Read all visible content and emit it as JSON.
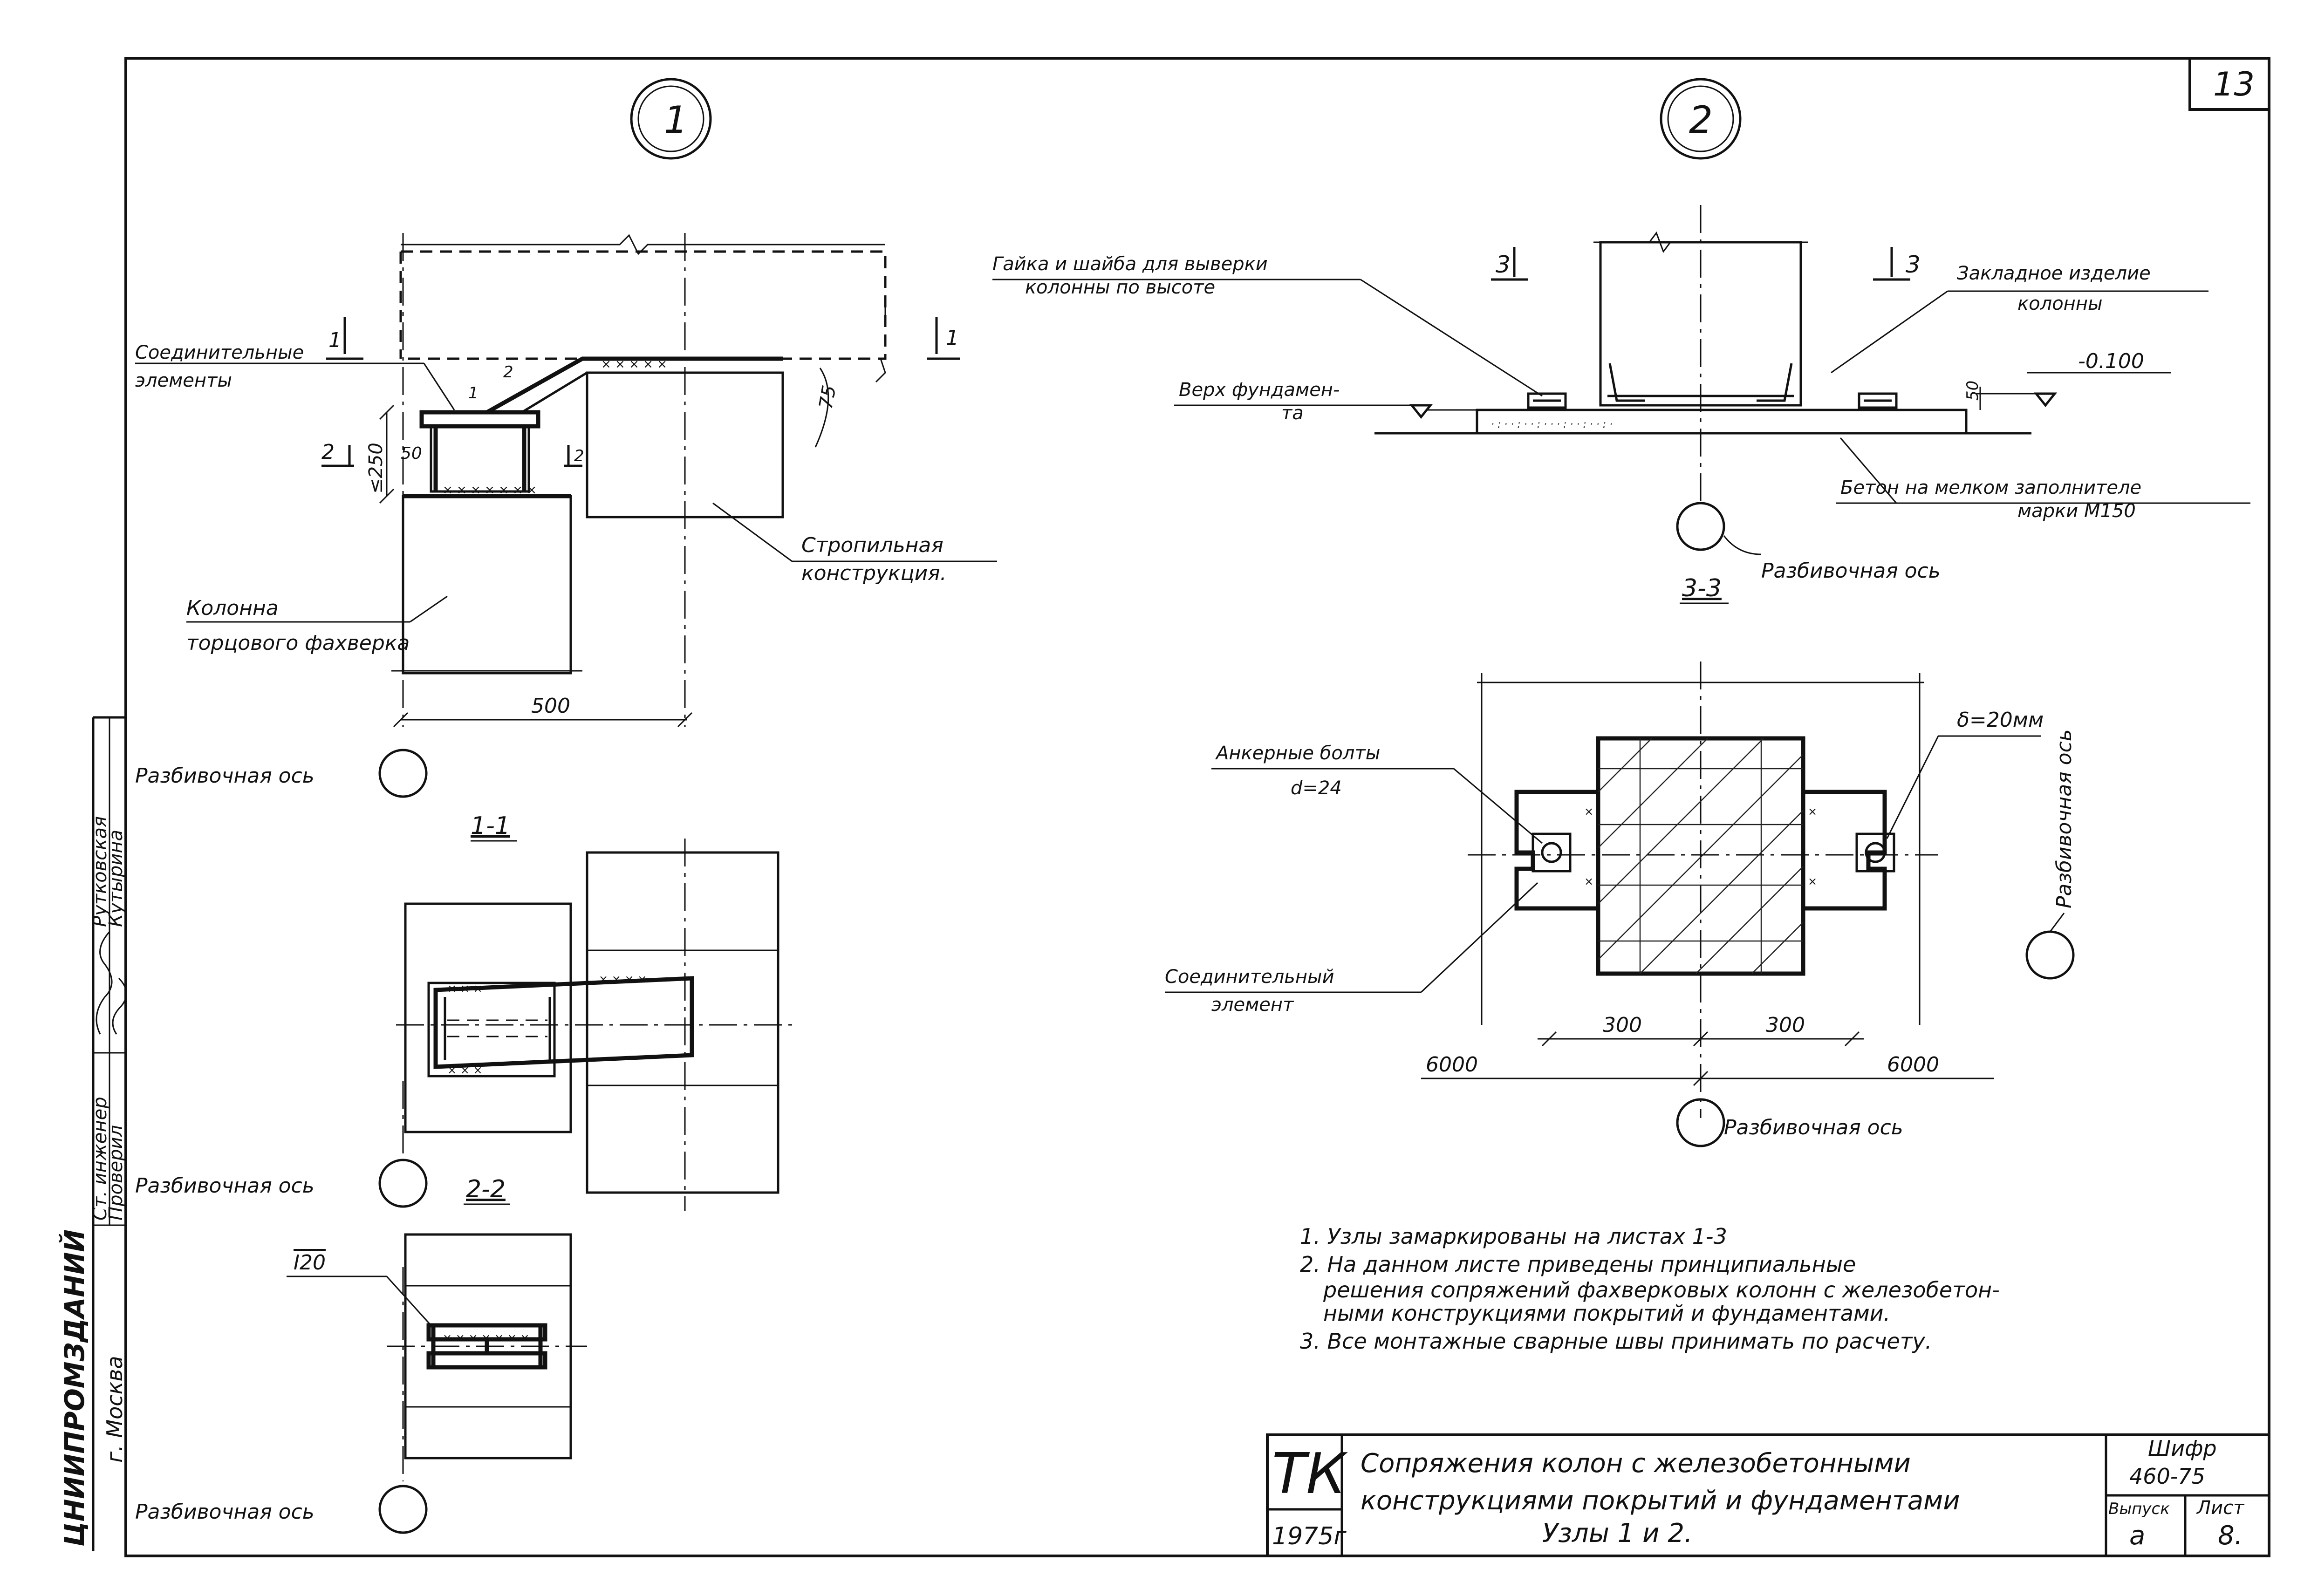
{
  "sheet": {
    "page_number": "13",
    "node_marks": [
      "1",
      "2"
    ],
    "stamp": {
      "code": "ТК",
      "year": "1975г",
      "title_lines": [
        "Сопряжения колон с железобетонными",
        "конструкциями покрытий и фундаментами",
        "Узлы 1 и 2."
      ],
      "cipher_label": "Шифр",
      "cipher_value": "460-75",
      "issue_label": "Выпуск",
      "issue_value": "a",
      "sheet_label": "Лист",
      "sheet_value": "8."
    },
    "side_block": {
      "org": "ЦНИИПРОМЗДАНИЙ",
      "city": "г. Москва",
      "role_1": "Ст. инженер",
      "role_2": "Проверил",
      "name_1": "Рутковская",
      "name_2": "Кутырина"
    }
  },
  "node1": {
    "labels": {
      "connecting_elements": [
        "Соединительные",
        "элементы"
      ],
      "truss": [
        "Стропильная",
        "конструкция."
      ],
      "column": [
        "Колонна",
        "торцового фахверка"
      ],
      "axis": "Разбивочная ось"
    },
    "dims": {
      "d500": "500",
      "d50": "50",
      "le250": "≤250",
      "d75": "75"
    },
    "cut_marks": {
      "c1": "1",
      "c2": "2"
    },
    "small_marks": [
      "1",
      "2"
    ]
  },
  "section11": {
    "title": "1-1",
    "axis": "Разбивочная ось"
  },
  "section22": {
    "title": "2-2",
    "profile": "I20",
    "axis": "Разбивочная ось"
  },
  "node2": {
    "labels": {
      "nut": [
        "Гайка и шайба для выверки",
        "колонны по высоте"
      ],
      "embedded": [
        "Закладное изделие",
        "колонны"
      ],
      "foundation_top": [
        "Верх фундамен-",
        "та"
      ],
      "concrete": [
        "Бетон на мелком заполнителе",
        "марки М150"
      ],
      "axis": "Разбивочная ось"
    },
    "level": "-0.100",
    "dims": {
      "d50": "50"
    },
    "cut_marks": {
      "c3": "3"
    }
  },
  "section33": {
    "title": "3-3",
    "anchor": [
      "Анкерные болты",
      "d=24"
    ],
    "thickness": "δ=20мм",
    "connecting": [
      "Соединительный",
      "элемент"
    ],
    "axis_vertical": "Разбивочная ось",
    "axis_bottom": "Разбивочная ось",
    "dims": {
      "d300a": "300",
      "d300b": "300",
      "d6000a": "6000",
      "d6000b": "6000"
    }
  },
  "notes": [
    "1. Узлы замаркированы на листах 1-3",
    "2. На данном листе приведены принципиальные",
    "решения сопряжений фахверковых колонн с железобетон-",
    "ными конструкциями покрытий и фундаментами.",
    "3. Все монтажные сварные швы принимать по расчету."
  ]
}
